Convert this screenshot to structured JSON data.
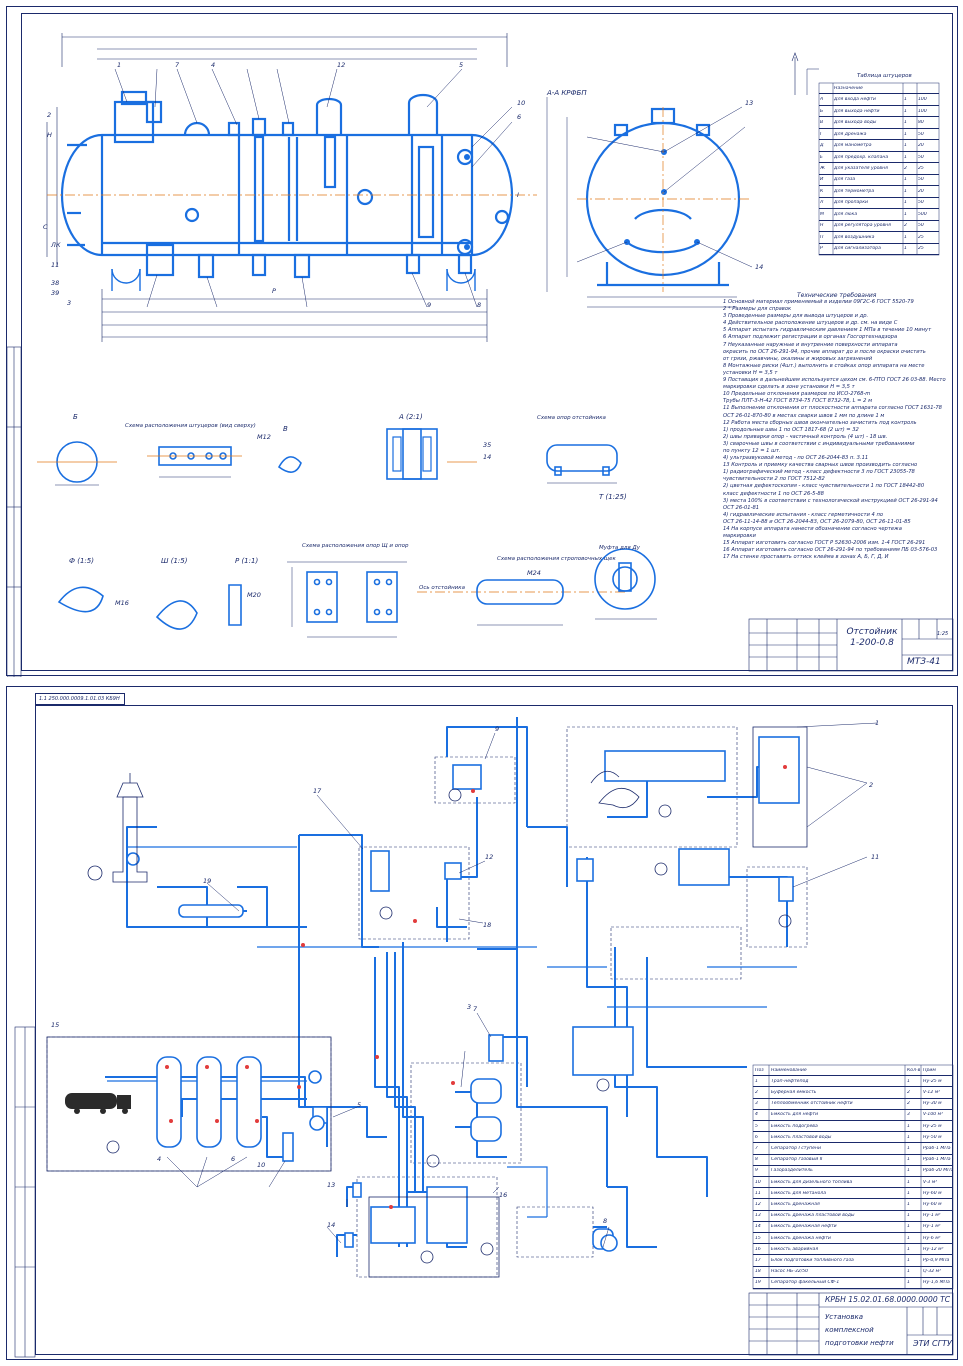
{
  "sheet1": {
    "titles": {
      "section_aa": "А-А КРФБП",
      "nozzle_table_title": "Таблица штуцеров",
      "tech_req_title": "Технические требования",
      "nozzle_scheme": "Схема расположения штуцеров (вид сверху)",
      "support_scheme": "Схема опор отстойника",
      "support_plate_scheme": "Схема расположения опор Щ и опор",
      "lifting_scheme": "Схема расположения строповочных щек",
      "sump_view": "Муфта для Ду",
      "view_a": "А (2:1)",
      "view_b": "Б",
      "view_v": "В",
      "view_f": "Ф (1:5)",
      "view_sh": "Ш (1:5)",
      "view_r": "Р (1:1)",
      "view_t": "Т (1:25)",
      "axis": "Ось отстойника"
    },
    "nozzle_table": {
      "header": [
        "",
        "Назначение",
        "",
        ""
      ],
      "rows": [
        [
          "А",
          "Для входа нефти",
          "1",
          "100"
        ],
        [
          "Б",
          "Для выхода нефти",
          "1",
          "100"
        ],
        [
          "В",
          "Для выхода воды",
          "1",
          "80"
        ],
        [
          "Г",
          "Для дренажа",
          "1",
          "50"
        ],
        [
          "Д",
          "Для манометра",
          "1",
          "20"
        ],
        [
          "Е",
          "Для предохр. клапана",
          "1",
          "50"
        ],
        [
          "Ж",
          "Для указателя уровня",
          "2",
          "25"
        ],
        [
          "И",
          "Для газа",
          "1",
          "50"
        ],
        [
          "К",
          "Для термометра",
          "1",
          "20"
        ],
        [
          "Л",
          "Для пропарки",
          "1",
          "50"
        ],
        [
          "М",
          "Для люка",
          "1",
          "500"
        ],
        [
          "Н",
          "Для регулятора уровня",
          "2",
          "50"
        ],
        [
          "П",
          "Для воздушника",
          "1",
          "25"
        ],
        [
          "Р",
          "Для сигнализатора",
          "1",
          "25"
        ]
      ]
    },
    "tech_notes": [
      "1 Основной материал применяемый в изделии 09Г2С-6 ГОСТ 5520-79",
      "2 * Размеры для справок",
      "3 Проведенные размеры для вывода штуцеров и др.",
      "4 Действительное расположение штуцеров и др. см. на виде С",
      "5 Аппарат испытать гидравлическим давлением 1 МПа в течение 10 минут",
      "6 Аппарат подлежит регистрации в органах Госгортехнадзора",
      "7 Неуказанные наружные и внутренние поверхности аппарата",
      "  окрасить по ОСТ 26-291-94, прочие аппарат до и после окраски очистить",
      "  от грязи, ржавчины, окалины и жировых загрязнений",
      "8 Монтажные риски (4шт.) выполнить в стойках опор аппарата на месте",
      "  установки Н = 3,5 т",
      "9 Поставщик в дальнейшем используется цехом см. 6-ПТО ГОСТ 26 03-88. Место",
      "  маркировки сделать в зоне установки Н = 3,5 т",
      "10 Предельные отклонения размеров по ИСО-2768-m",
      "  Трубы ПЛТ-3-Н-42 ГОСТ 8734-75 ГОСТ 8732-78, L = 2 м",
      "11 Выполнение отклонения от плоскостности аппарата согласно ГОСТ 1631-78",
      "  ОСТ 26-01-870-80 в местах сварки швов 1 мм по длине 1 м",
      "12 Работа места сборных швов окончательно зачистить под контроль",
      "  1) продольные швы 1 по ОСТ 1817-68 (2 шт) = 32",
      "  2) швы приварки опор - частичный контроль (4 шт) - 18 шв.",
      "3) сварочные швы в соответствии с индивидуальными требованиями",
      "  по пункту 12 = 1 шт.",
      "4) ультразвуковой метод - по ОСТ 26-2044-83 п. 3.11",
      "13 Контроль и приемку качества сварных швов производить согласно",
      "  1) радиографический метод - класс дефектности 3 по ГОСТ 23055-78",
      "  чувствительности 2 по ГОСТ 7512-82",
      "2) цветная дефектоскопия - класс чувствительности 1 по ГОСТ 18442-80",
      "  класс дефектности 1 по ОСТ 26-5-88",
      "3) места 100% в соответствии с технологической инструкцией ОСТ 26-291-94",
      "  ОСТ 26-01-81",
      "4) гидравлические испытания - класс герметичности 4 по",
      "  ОСТ 26-11-14-88 и ОСТ 26-2044-83, ОСТ 26-2079-80, ОСТ 26-11-01-85",
      "14 На корпусе аппарата нанести обозначение согласно чертежа",
      "  маркировки",
      "15 Аппарат изготовить согласно ГОСТ Р 52630-2006 изм. 1-4 ГОСТ 26-291",
      "16 Аппарат изготовить согласно ОСТ 26-291-94 по требованиям ПБ 03-576-03",
      "17 На стенке проставить оттиск клейма в зонах А, Б, Г, Д, И"
    ],
    "title_block": {
      "name_line1": "Отстойник",
      "name_line2": "1-200-0.8",
      "scale": "1:25",
      "group": "МТЗ-41"
    },
    "labels": {
      "l1": "1",
      "l2": "2",
      "l3": "3",
      "l4": "4",
      "l5": "5",
      "l6": "6",
      "l7": "7",
      "l8": "8",
      "l9": "9",
      "l10": "10",
      "l11": "11",
      "l12": "12",
      "l13": "13",
      "l14": "14",
      "s": "С",
      "h": "Н",
      "p": "Р",
      "i": "I",
      "lk": "ЛК",
      "38": "38",
      "39": "39",
      "35": "35",
      "d14": "14",
      "m12": "М12",
      "m16": "М16",
      "m20": "М20",
      "m24": "М24"
    }
  },
  "sheet2": {
    "stamp": "1.1 250.000.0009.1.01.03 КБ9Н",
    "labels": {
      "n1": "1",
      "n2": "2",
      "n3": "3",
      "n4": "4",
      "n5": "5",
      "n6": "6",
      "n7": "7",
      "n8": "8",
      "n9": "9",
      "n10": "10",
      "n11": "11",
      "n12": "12",
      "n13": "13",
      "n14": "14",
      "n15": "15",
      "n16": "16",
      "n17": "17",
      "n18": "18",
      "n19": "19"
    },
    "spec": {
      "header": [
        "Поз",
        "Наименование",
        "Кол-во",
        "Прим"
      ],
      "rows": [
        [
          "1",
          "Трап-нефтепод",
          "1",
          "Ну-25 м"
        ],
        [
          "2",
          "Буферная емкость",
          "2",
          "V-12 м³"
        ],
        [
          "3",
          "Теплообменник отстойник нефти",
          "2",
          "Ну-30 м"
        ],
        [
          "4",
          "Емкость для нефти",
          "3",
          "V-100 м³"
        ],
        [
          "5",
          "Емкость подогрева",
          "1",
          "Ну-25 м"
        ],
        [
          "6",
          "Емкость пластовой воды",
          "1",
          "Ну-50 м"
        ],
        [
          "7",
          "Сепаратор I ступени",
          "1",
          "Рраб-1 МПа"
        ],
        [
          "8",
          "Сепаратор газовый II",
          "1",
          "Рраб-1 МПа"
        ],
        [
          "9",
          "Газоразделитель",
          "1",
          "Рраб-20 МПа"
        ],
        [
          "10",
          "Емкость для дизельного топлива",
          "1",
          "V-3 м³"
        ],
        [
          "11",
          "Емкость для метанола",
          "1",
          "Ну-60 м"
        ],
        [
          "12",
          "Емкость дренажная",
          "1",
          "Ну-60 м"
        ],
        [
          "13",
          "Емкость дренажа пластовой воды",
          "1",
          "Ну-1 м³"
        ],
        [
          "14",
          "Емкость дренажная нефти",
          "1",
          "Ну-1 м³"
        ],
        [
          "15",
          "Емкость дренажа нефти",
          "1",
          "Ну-6 м³"
        ],
        [
          "16",
          "Емкость аварийная",
          "1",
          "Ну-12 м³"
        ],
        [
          "17",
          "Блок подготовки топливного газа",
          "1",
          "Рр-0,9 МПа"
        ],
        [
          "18",
          "Насос НБ-32/50",
          "1",
          "Q-32 м³"
        ],
        [
          "19",
          "Сепаратор факельный СФ-1",
          "1",
          "Ну-1,6 МПа"
        ]
      ]
    },
    "title_block": {
      "code": "КРБН 15.02.01.68.0000.0000 ТС",
      "name_line1": "Установка комплексной",
      "name_line2": "подготовки нефти",
      "org": "ЭТИ СГТУ"
    }
  }
}
